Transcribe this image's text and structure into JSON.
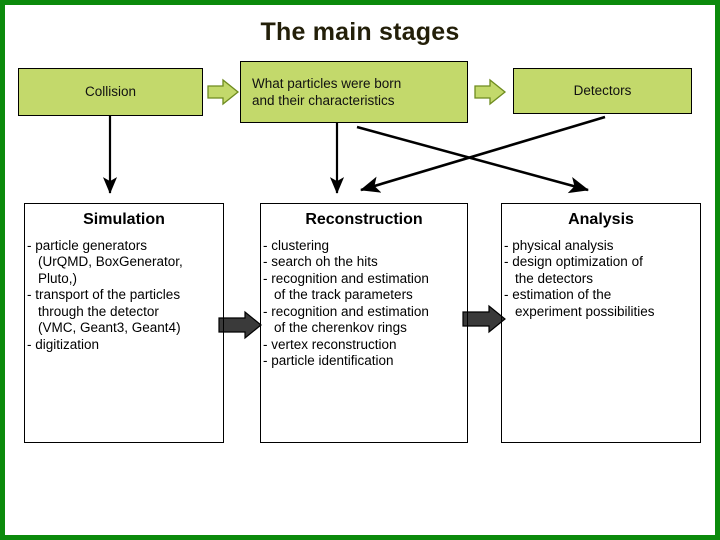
{
  "slide": {
    "title": "The main stages",
    "border_color": "#0b8a0b",
    "background_color": "#ffffff",
    "title_color": "#231f09"
  },
  "top_row": {
    "box_fill": "#c3d96b",
    "box_border": "#000000",
    "arrow_fill": "#c3d96b",
    "arrow_border": "#6e8b1f",
    "boxes": [
      {
        "id": "collision",
        "label": "Collision"
      },
      {
        "id": "particles",
        "label_line1": "What particles were born",
        "label_line2": "and their characteristics"
      },
      {
        "id": "detectors",
        "label": "Detectors"
      }
    ],
    "arrows": [
      {
        "id": "collision-to-particles",
        "direction": "right"
      },
      {
        "id": "particles-to-detectors",
        "direction": "right"
      }
    ]
  },
  "bottom_row": {
    "box_border": "#000000",
    "thick_arrow_color": "#3a3a3a",
    "connector_color": "#000000",
    "boxes": [
      {
        "id": "simulation",
        "title": "Simulation",
        "items": [
          {
            "bullet": "- particle generators",
            "continuations": [
              "(UrQMD, BoxGenerator,",
              "Pluto,)"
            ]
          },
          {
            "bullet": "- transport of the particles",
            "continuations": [
              "through the detector",
              "(VMC, Geant3, Geant4)"
            ]
          },
          {
            "bullet": "- digitization",
            "continuations": []
          }
        ]
      },
      {
        "id": "reconstruction",
        "title": "Reconstruction",
        "items": [
          {
            "bullet": "- clustering",
            "continuations": []
          },
          {
            "bullet": "- search oh the hits",
            "continuations": []
          },
          {
            "bullet": "- recognition and estimation",
            "continuations": [
              "of the track parameters"
            ]
          },
          {
            "bullet": "- recognition and estimation",
            "continuations": [
              "of the cherenkov rings"
            ]
          },
          {
            "bullet": "- vertex reconstruction",
            "continuations": []
          },
          {
            "bullet": "- particle identification",
            "continuations": []
          }
        ]
      },
      {
        "id": "analysis",
        "title": "Analysis",
        "items": [
          {
            "bullet": "- physical analysis",
            "continuations": []
          },
          {
            "bullet": "- design optimization of",
            "continuations": [
              "the detectors"
            ]
          },
          {
            "bullet": "- estimation of the",
            "continuations": [
              "experiment possibilities"
            ]
          }
        ]
      }
    ],
    "thick_arrows": [
      {
        "id": "simulation-to-reconstruction",
        "direction": "right"
      },
      {
        "id": "reconstruction-to-analysis",
        "direction": "right"
      }
    ]
  },
  "connectors": [
    {
      "id": "collision-to-simulation",
      "kind": "vertical-arrow"
    },
    {
      "id": "particles-to-reconstruction",
      "kind": "vertical-arrow"
    },
    {
      "id": "particles-to-analysis",
      "kind": "diagonal-arrow"
    },
    {
      "id": "detectors-to-reconstruction",
      "kind": "diagonal-arrow"
    }
  ]
}
